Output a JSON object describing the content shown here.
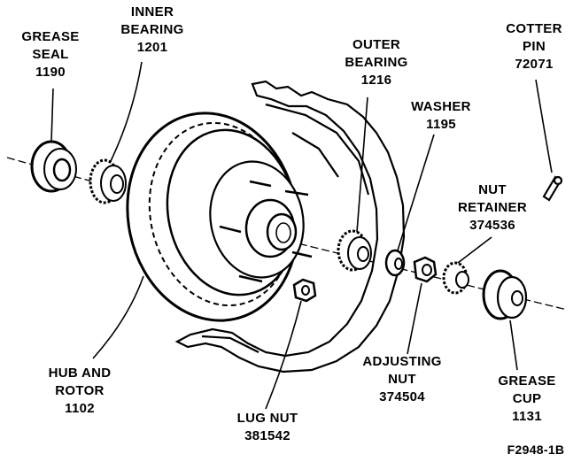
{
  "labels": {
    "grease_seal": [
      "GREASE",
      "SEAL",
      "1190"
    ],
    "inner_bearing": [
      "INNER",
      "BEARING",
      "1201"
    ],
    "outer_bearing": [
      "OUTER",
      "BEARING",
      "1216"
    ],
    "cotter_pin": [
      "COTTER",
      "PIN",
      "72071"
    ],
    "washer": [
      "WASHER",
      "1195"
    ],
    "nut_retainer": [
      "NUT",
      "RETAINER",
      "374536"
    ],
    "hub_and_rotor": [
      "HUB AND",
      "ROTOR",
      "1102"
    ],
    "adjusting_nut": [
      "ADJUSTING",
      "NUT",
      "374504"
    ],
    "grease_cup": [
      "GREASE",
      "CUP",
      "1131"
    ],
    "lug_nut": [
      "LUG NUT",
      "381542"
    ]
  },
  "figure_id": "F2948-1B",
  "colors": {
    "ink": "#000000",
    "paper": "#ffffff"
  }
}
